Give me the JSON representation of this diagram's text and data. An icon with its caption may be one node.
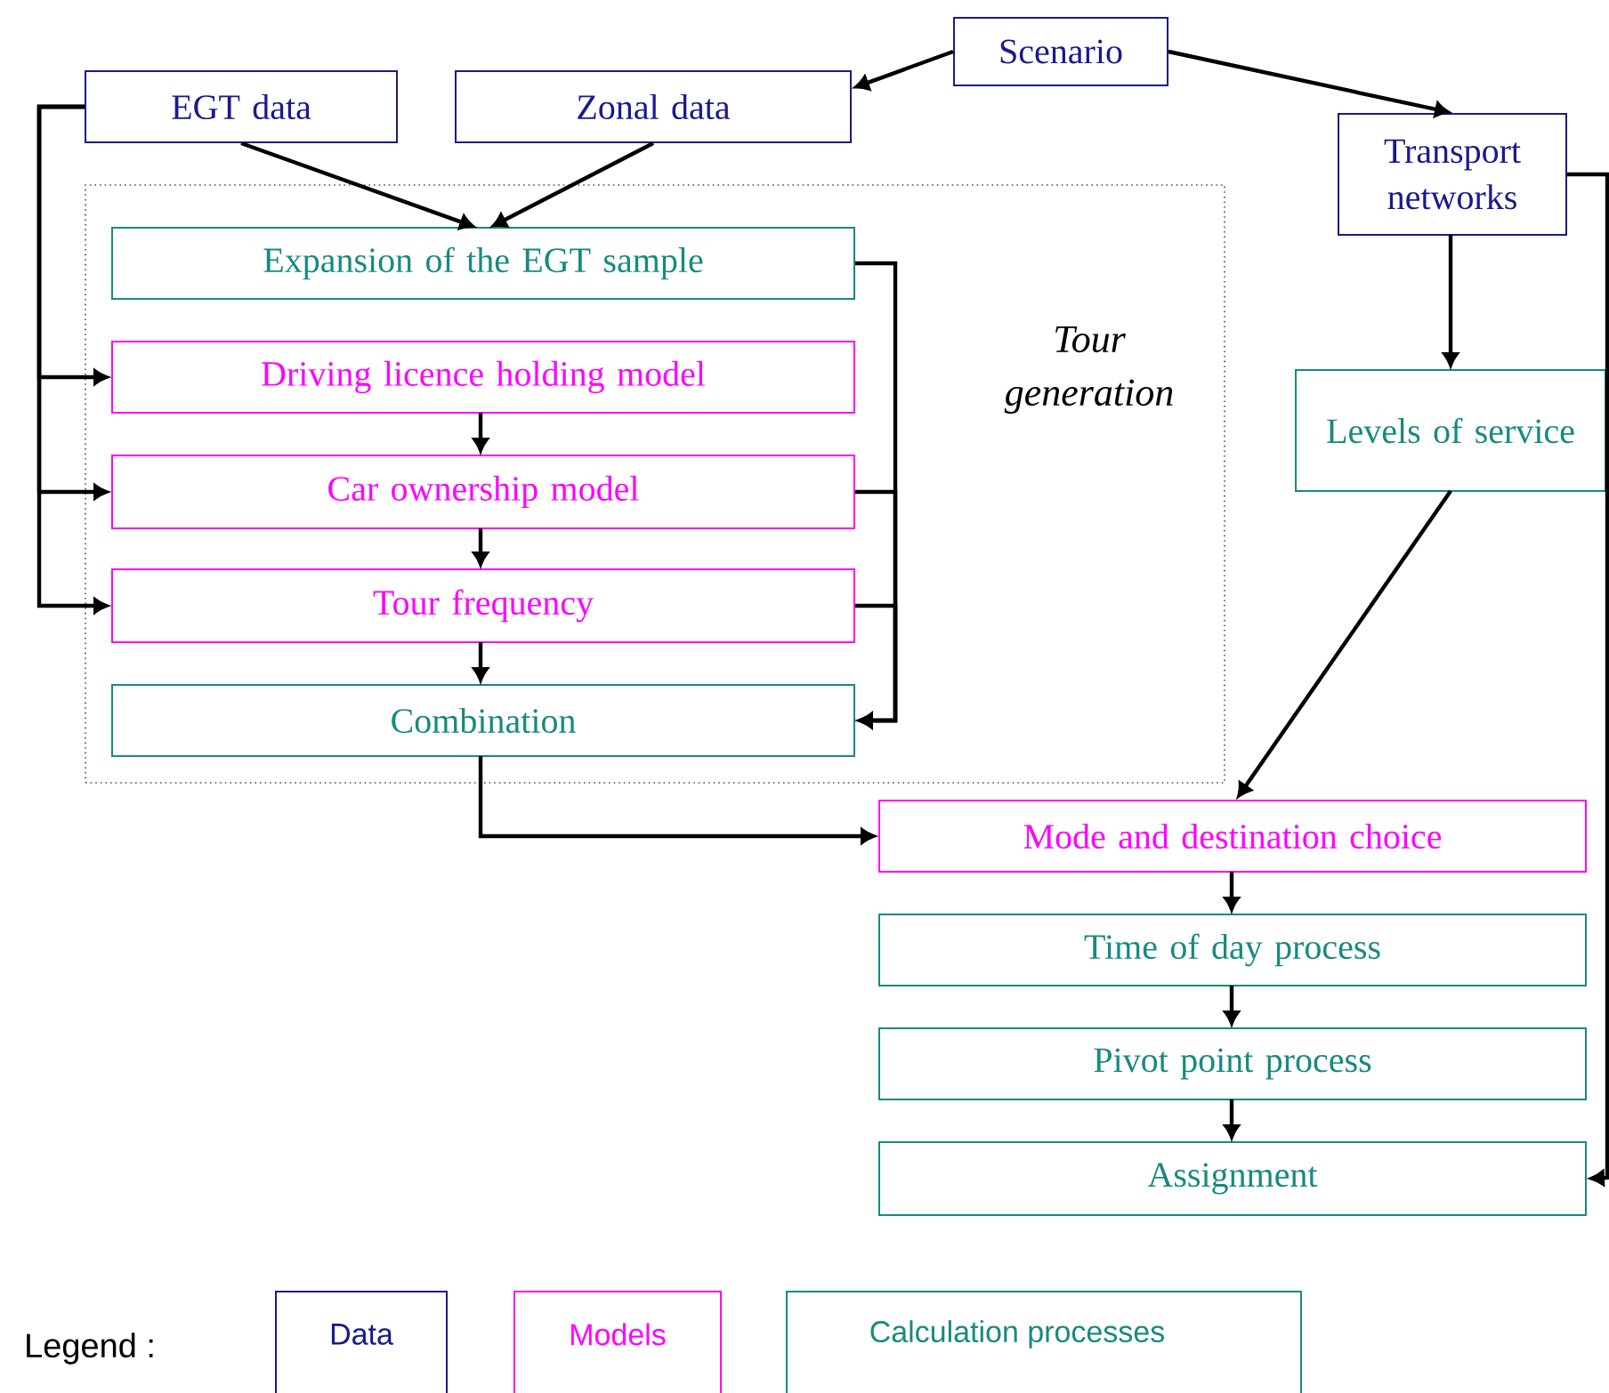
{
  "diagram": {
    "nodes": [
      {
        "text": [
          "Scenario"
        ]
      },
      {
        "text": [
          "EGT data"
        ]
      },
      {
        "text": [
          "Zonal data"
        ]
      },
      {
        "text": [
          "Transport networks"
        ]
      },
      {
        "text": [
          "Tour generation"
        ]
      },
      {
        "text": [
          "Expansion of the EGT sample"
        ],
        "in": 4
      },
      {
        "text": [
          "Driving licence holding model"
        ],
        "in": 4
      },
      {
        "text": [
          "Car ownership model"
        ],
        "in": 4
      },
      {
        "text": [
          "Tour frequency"
        ],
        "in": 4
      },
      {
        "text": [
          "Combination"
        ],
        "in": 4
      },
      {
        "text": [
          "Levels of service"
        ]
      },
      {
        "text": [
          "Mode and destination choice"
        ]
      },
      {
        "text": [
          "Time of day process"
        ]
      },
      {
        "text": [
          "Pivot point process"
        ]
      },
      {
        "text": [
          "Assignment"
        ]
      }
    ],
    "edges": [
      {
        "from": 0,
        "to": 2,
        "arrow": "to"
      },
      {
        "from": 0,
        "to": 3,
        "arrow": "to"
      },
      {
        "from": 1,
        "to": 5,
        "arrow": "to"
      },
      {
        "from": 2,
        "to": 5,
        "arrow": "to"
      },
      {
        "from": 1,
        "to": 6,
        "arrow": "to"
      },
      {
        "from": 1,
        "to": 7,
        "arrow": "to"
      },
      {
        "from": 1,
        "to": 8,
        "arrow": "to"
      },
      {
        "from": 6,
        "to": 7,
        "arrow": "to"
      },
      {
        "from": 7,
        "to": 8,
        "arrow": "to"
      },
      {
        "from": 8,
        "to": 9,
        "arrow": "to"
      },
      {
        "from": 5,
        "to": 9,
        "arrow": "to"
      },
      {
        "from": 7,
        "to": 9,
        "arrow": "to"
      },
      {
        "from": 8,
        "to": 9,
        "arrow": "to"
      },
      {
        "from": 3,
        "to": 10,
        "arrow": "to"
      },
      {
        "from": 3,
        "to": 14,
        "arrow": "to"
      },
      {
        "from": 10,
        "to": 11,
        "arrow": "to"
      },
      {
        "from": 9,
        "to": 11,
        "arrow": "to"
      },
      {
        "from": 11,
        "to": 12,
        "arrow": "to"
      },
      {
        "from": 12,
        "to": 13,
        "arrow": "to"
      },
      {
        "from": 13,
        "to": 14,
        "arrow": "to"
      }
    ],
    "labels": [
      "Legend :"
    ],
    "legend": [
      {
        "text": "Data",
        "color": "#1a1a8c"
      },
      {
        "text": "Models",
        "color": "#ff00ff"
      },
      {
        "text": "Calculation processes",
        "color": "#178a80"
      }
    ]
  }
}
